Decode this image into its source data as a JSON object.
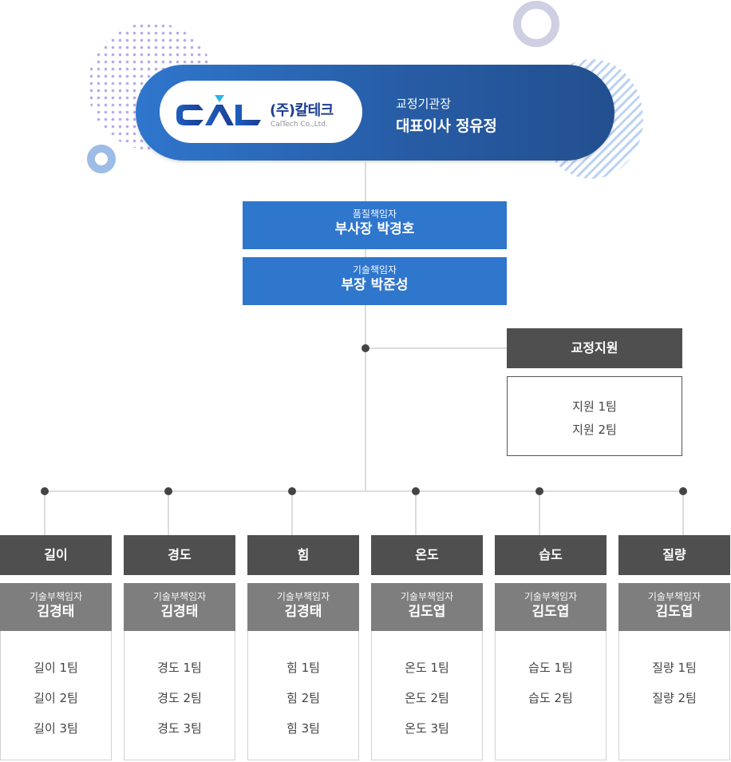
{
  "header": {
    "logo": {
      "mark_text": "CAL",
      "company_kr": "(주)칼테크",
      "company_en": "CalTech Co.,Ltd.",
      "brand_colors": {
        "navy": "#1c3d8f",
        "cyan": "#29b6e8",
        "blue": "#1e5fbf"
      }
    },
    "ceo": {
      "title": "교정기관장",
      "name": "대표이사 정유정"
    },
    "banner_color": "#2f76cd"
  },
  "executives": [
    {
      "role": "품질책임자",
      "name": "부사장 박경호"
    },
    {
      "role": "기술책임자",
      "name": "부장 박준성"
    }
  ],
  "support": {
    "title": "교정지원",
    "teams": [
      "지원 1팀",
      "지원 2팀"
    ]
  },
  "departments": [
    {
      "name": "길이",
      "lead_role": "기술부책임자",
      "lead_name": "김경태",
      "teams": [
        "길이 1팀",
        "길이 2팀",
        "길이 3팀"
      ]
    },
    {
      "name": "경도",
      "lead_role": "기술부책임자",
      "lead_name": "김경태",
      "teams": [
        "경도 1팀",
        "경도 2팀",
        "경도 3팀"
      ]
    },
    {
      "name": "힘",
      "lead_role": "기술부책임자",
      "lead_name": "김경태",
      "teams": [
        "힘 1팀",
        "힘 2팀",
        "힘 3팀"
      ]
    },
    {
      "name": "온도",
      "lead_role": "기술부책임자",
      "lead_name": "김도엽",
      "teams": [
        "온도 1팀",
        "온도 2팀",
        "온도 3팀"
      ]
    },
    {
      "name": "습도",
      "lead_role": "기술부책임자",
      "lead_name": "김도엽",
      "teams": [
        "습도 1팀",
        "습도 2팀"
      ]
    },
    {
      "name": "질량",
      "lead_role": "기술부책임자",
      "lead_name": "김도엽",
      "teams": [
        "질량 1팀",
        "질량 2팀"
      ]
    }
  ],
  "colors": {
    "dept_header": "#4f4f4f",
    "dept_lead": "#7e7e7e",
    "connector": "#dcdcdc",
    "node_dot": "#444444"
  }
}
